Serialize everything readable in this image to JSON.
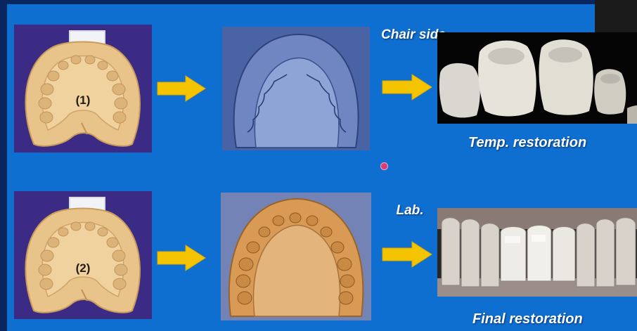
{
  "workflow": {
    "rows": [
      {
        "step_number": "(1)",
        "method_label": "Chair side",
        "result_label": "Temp. restoration"
      },
      {
        "step_number": "(2)",
        "method_label": "Lab.",
        "result_label": "Final restoration"
      }
    ]
  },
  "colors": {
    "background": "#0f6fd0",
    "arrow": "#f5c400",
    "impression_panel": "#3b2b85",
    "plaster": "#e8c38a",
    "resin_model": "#5d74b5",
    "stone_model": "#d89a54"
  }
}
